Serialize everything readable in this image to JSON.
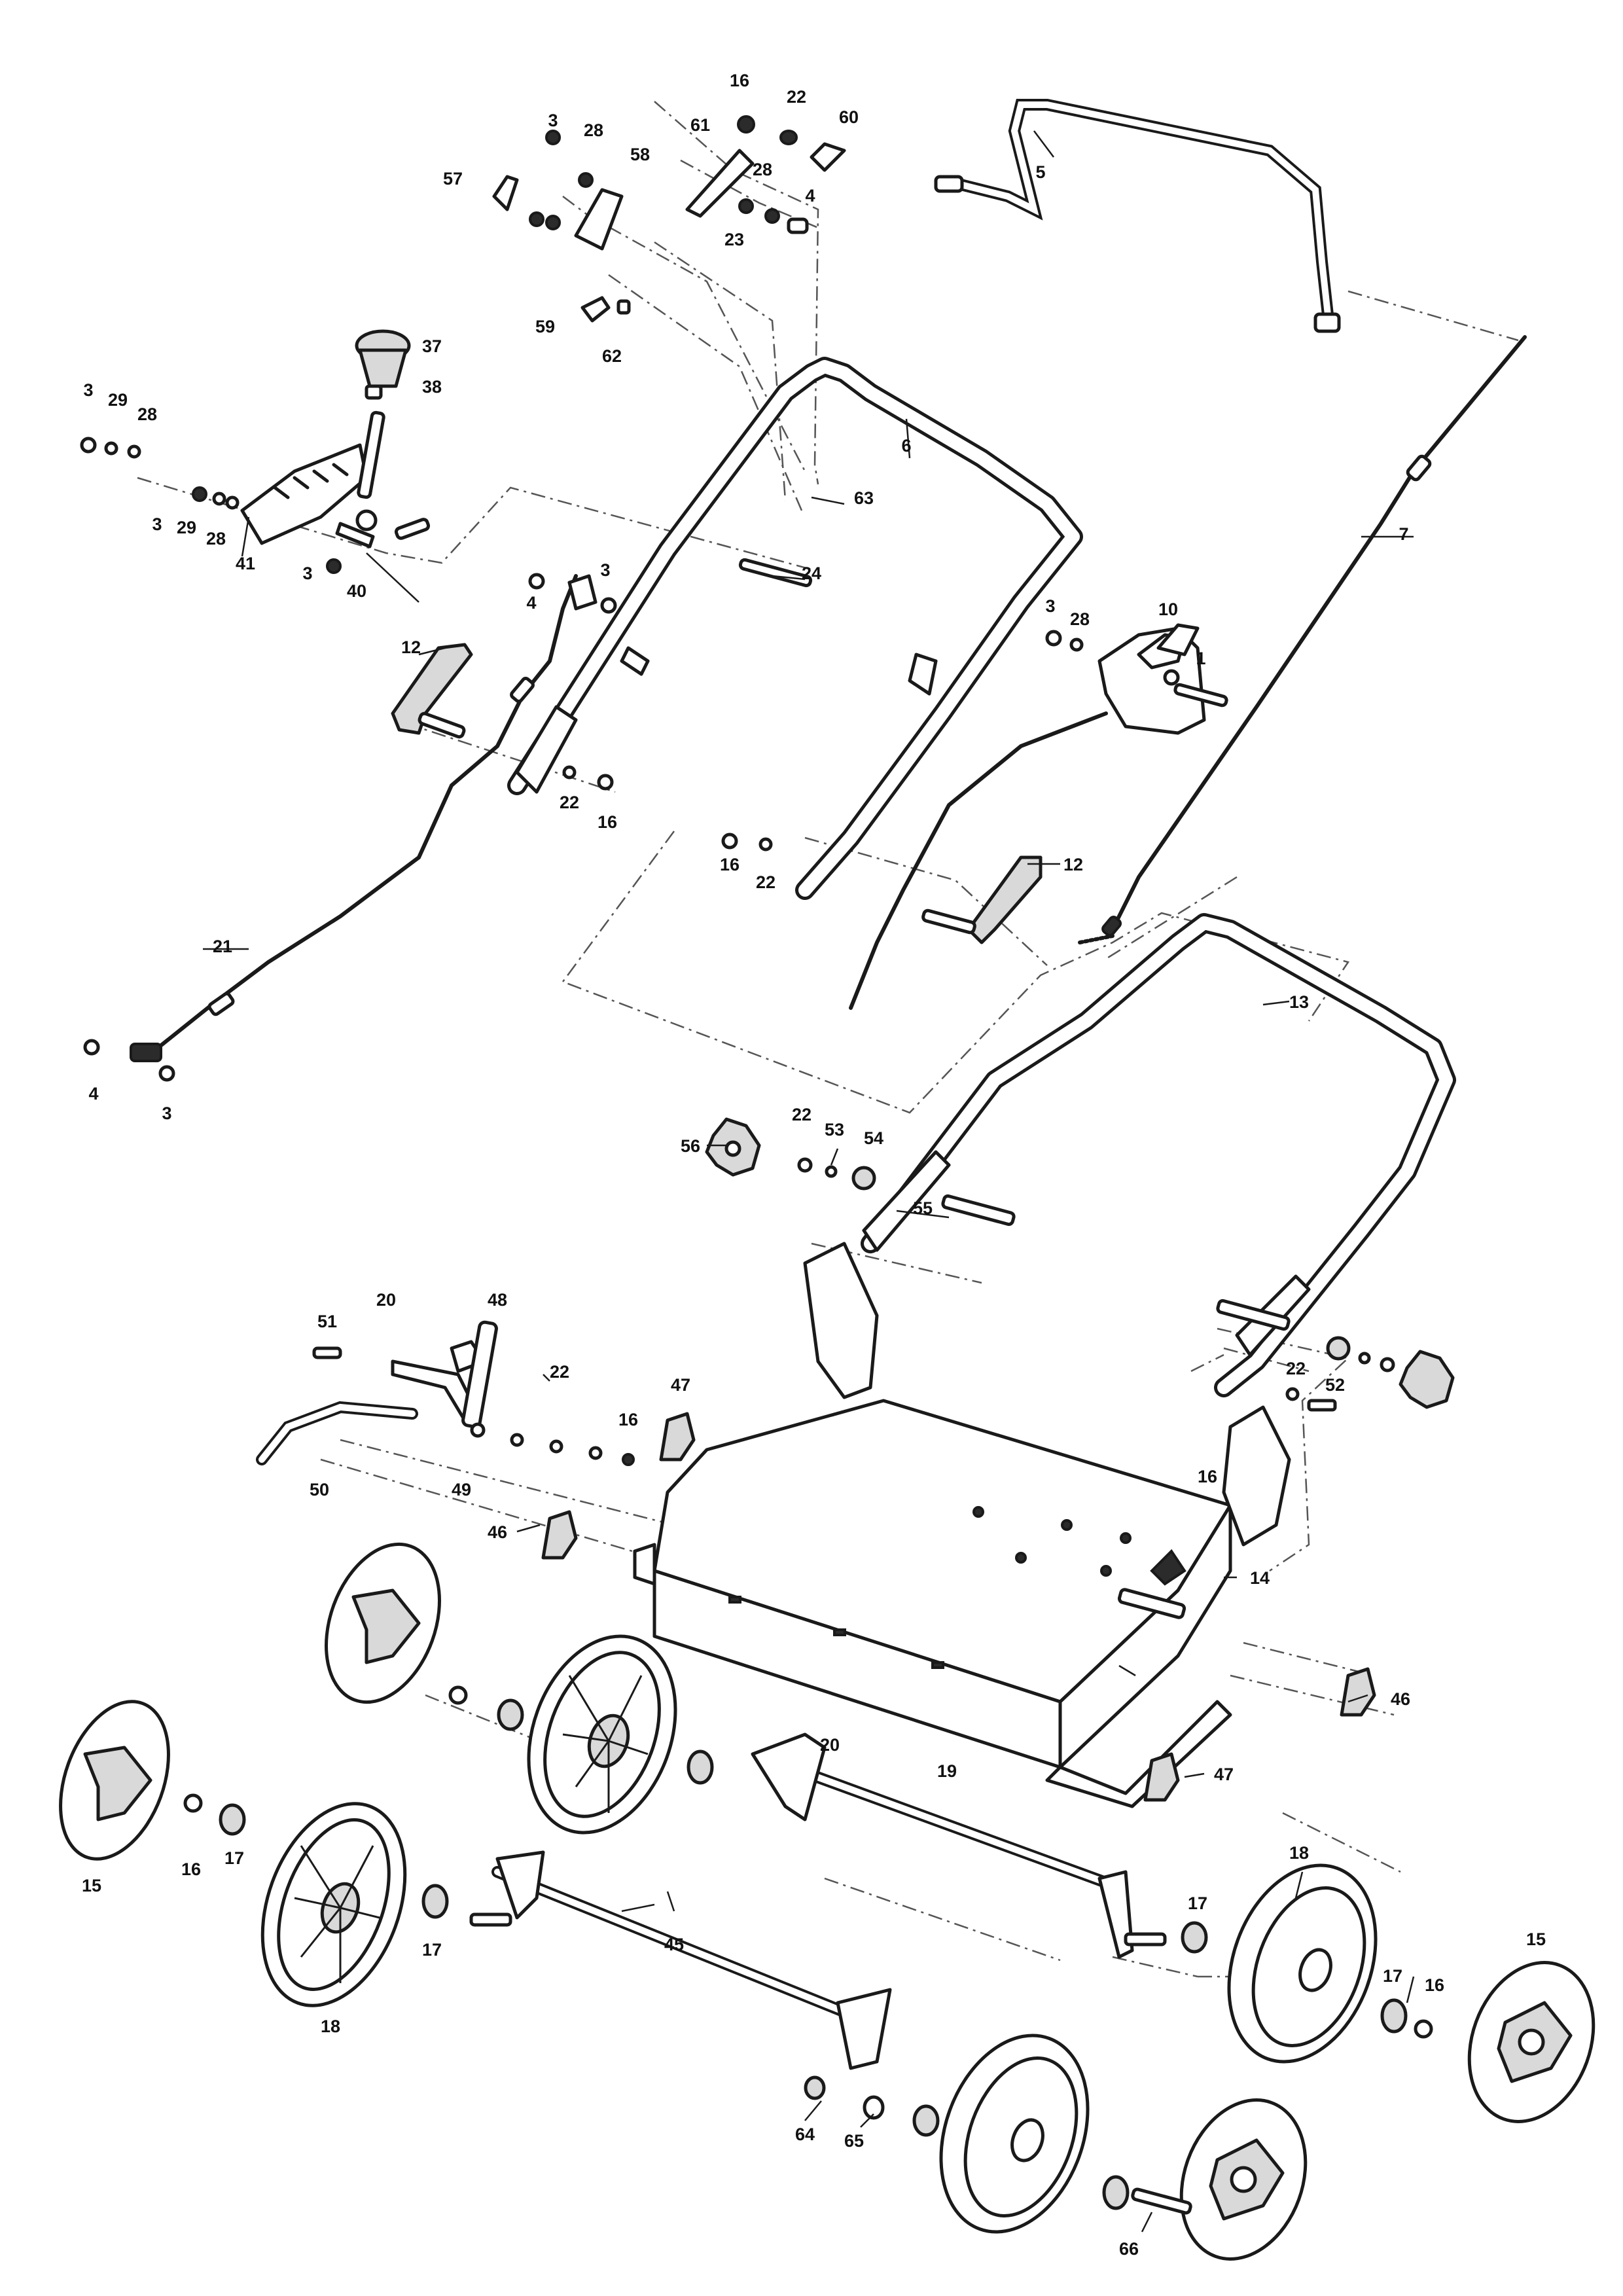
{
  "diagram": {
    "callouts": [
      {
        "id": "c16a",
        "label": "16"
      },
      {
        "id": "c22a",
        "label": "22"
      },
      {
        "id": "c60",
        "label": "60"
      },
      {
        "id": "c61",
        "label": "61"
      },
      {
        "id": "c3a",
        "label": "3"
      },
      {
        "id": "c28a",
        "label": "28"
      },
      {
        "id": "c58",
        "label": "58"
      },
      {
        "id": "c57",
        "label": "57"
      },
      {
        "id": "c28b",
        "label": "28"
      },
      {
        "id": "c4a",
        "label": "4"
      },
      {
        "id": "c23",
        "label": "23"
      },
      {
        "id": "c5",
        "label": "5"
      },
      {
        "id": "c59",
        "label": "59"
      },
      {
        "id": "c62",
        "label": "62"
      },
      {
        "id": "c37",
        "label": "37"
      },
      {
        "id": "c38",
        "label": "38"
      },
      {
        "id": "c3b",
        "label": "3"
      },
      {
        "id": "c29a",
        "label": "29"
      },
      {
        "id": "c28c",
        "label": "28"
      },
      {
        "id": "c6",
        "label": "6"
      },
      {
        "id": "c63",
        "label": "63"
      },
      {
        "id": "c3c",
        "label": "3"
      },
      {
        "id": "c29b",
        "label": "29"
      },
      {
        "id": "c28d",
        "label": "28"
      },
      {
        "id": "c7",
        "label": "7"
      },
      {
        "id": "c3d",
        "label": "3"
      },
      {
        "id": "c40",
        "label": "40"
      },
      {
        "id": "c41",
        "label": "41"
      },
      {
        "id": "c24",
        "label": "24"
      },
      {
        "id": "c3e",
        "label": "3"
      },
      {
        "id": "c4b",
        "label": "4"
      },
      {
        "id": "c3f",
        "label": "3"
      },
      {
        "id": "c28e",
        "label": "28"
      },
      {
        "id": "c10",
        "label": "10"
      },
      {
        "id": "c1",
        "label": "1"
      },
      {
        "id": "c12a",
        "label": "12"
      },
      {
        "id": "c22b",
        "label": "22"
      },
      {
        "id": "c16b",
        "label": "16"
      },
      {
        "id": "c16c",
        "label": "16"
      },
      {
        "id": "c22c",
        "label": "22"
      },
      {
        "id": "c12b",
        "label": "12"
      },
      {
        "id": "c21",
        "label": "21"
      },
      {
        "id": "c13",
        "label": "13"
      },
      {
        "id": "c4c",
        "label": "4"
      },
      {
        "id": "c3g",
        "label": "3"
      },
      {
        "id": "c56",
        "label": "56"
      },
      {
        "id": "c22d",
        "label": "22"
      },
      {
        "id": "c53",
        "label": "53"
      },
      {
        "id": "c54",
        "label": "54"
      },
      {
        "id": "c55",
        "label": "55"
      },
      {
        "id": "c20a",
        "label": "20"
      },
      {
        "id": "c48",
        "label": "48"
      },
      {
        "id": "c51",
        "label": "51"
      },
      {
        "id": "c22e",
        "label": "22"
      },
      {
        "id": "c47a",
        "label": "47"
      },
      {
        "id": "c16d",
        "label": "16"
      },
      {
        "id": "c22f",
        "label": "22"
      },
      {
        "id": "c52",
        "label": "52"
      },
      {
        "id": "c50",
        "label": "50"
      },
      {
        "id": "c49",
        "label": "49"
      },
      {
        "id": "c16e",
        "label": "16"
      },
      {
        "id": "c46a",
        "label": "46"
      },
      {
        "id": "c14",
        "label": "14"
      },
      {
        "id": "c46b",
        "label": "46"
      },
      {
        "id": "c20b",
        "label": "20"
      },
      {
        "id": "c19",
        "label": "19"
      },
      {
        "id": "c47b",
        "label": "47"
      },
      {
        "id": "c15a",
        "label": "15"
      },
      {
        "id": "c16f",
        "label": "16"
      },
      {
        "id": "c17a",
        "label": "17"
      },
      {
        "id": "c17b",
        "label": "17"
      },
      {
        "id": "c18a",
        "label": "18"
      },
      {
        "id": "c45",
        "label": "45"
      },
      {
        "id": "c18b",
        "label": "18"
      },
      {
        "id": "c17c",
        "label": "17"
      },
      {
        "id": "c17d",
        "label": "17"
      },
      {
        "id": "c16g",
        "label": "16"
      },
      {
        "id": "c15b",
        "label": "15"
      },
      {
        "id": "c64",
        "label": "64"
      },
      {
        "id": "c65",
        "label": "65"
      },
      {
        "id": "c66",
        "label": "66"
      }
    ]
  }
}
